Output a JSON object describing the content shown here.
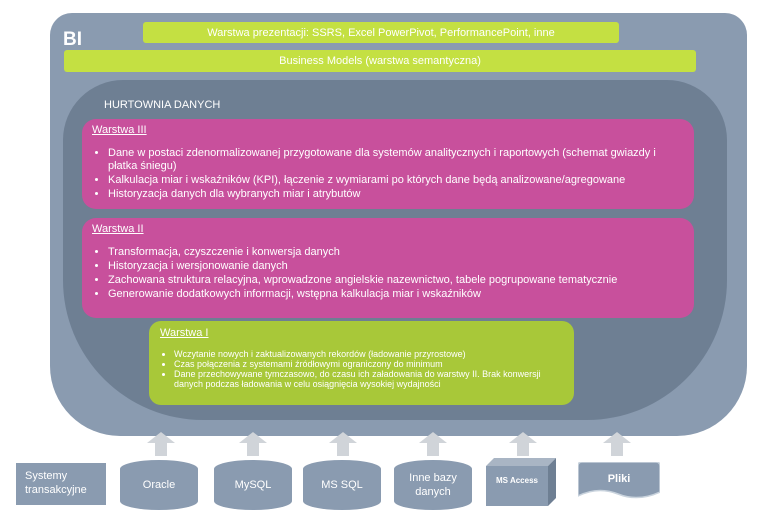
{
  "bi_label": "BI",
  "presentation_layer": "Warstwa prezentacji: SSRS, Excel PowerPivot, PerformancePoint, inne",
  "business_models": "Business Models (warstwa semantyczna)",
  "data_warehouse_title": "HURTOWNIA DANYCH",
  "layers": [
    {
      "title": "Warstwa III",
      "items": [
        "Dane w postaci zdenormalizowanej przygotowane dla systemów analitycznych i raportowych (schemat gwiazdy i płatka śniegu)",
        "Kalkulacja miar i wskaźników (KPI), łączenie z wymiarami po których dane będą analizowane/agregowane",
        "Historyzacja danych dla wybranych miar i atrybutów"
      ]
    },
    {
      "title": "Warstwa II",
      "items": [
        "Transformacja, czyszczenie i konwersja danych",
        "Historyzacja i wersjonowanie danych",
        "Zachowana struktura relacyjna,  wprowadzone angielskie nazewnictwo, tabele pogrupowane tematycznie",
        "Generowanie dodatkowych informacji, wstępna kalkulacja miar i wskaźników"
      ]
    },
    {
      "title": "Warstwa I",
      "items": [
        "Wczytanie nowych i zaktualizowanych rekordów (ładowanie przyrostowe)",
        "Czas połączenia z systemami źródłowymi ograniczony do minimum",
        "Dane przechowywane tymczasowo, do czasu ich załadowania do warstwy II. Brak konwersji danych podczas ładowania w celu osiągnięcia wysokiej wydajności"
      ]
    }
  ],
  "sources": {
    "systems_label": "Systemy transakcyjne",
    "oracle": "Oracle",
    "mysql": "MySQL",
    "mssql": "MS SQL",
    "other_db": "Inne bazy danych",
    "ms_access": "MS Access",
    "files": "Pliki"
  },
  "colors": {
    "frame": "#8a9bb0",
    "warehouse": "#6e7f93",
    "layer_pink": "#c8509c",
    "layer_green": "#a8c839",
    "bar_green": "#c4e042",
    "arrow": "#d0d4d9"
  },
  "icons": [
    "up-arrow-icon",
    "database-icon",
    "cube-icon",
    "file-icon"
  ]
}
